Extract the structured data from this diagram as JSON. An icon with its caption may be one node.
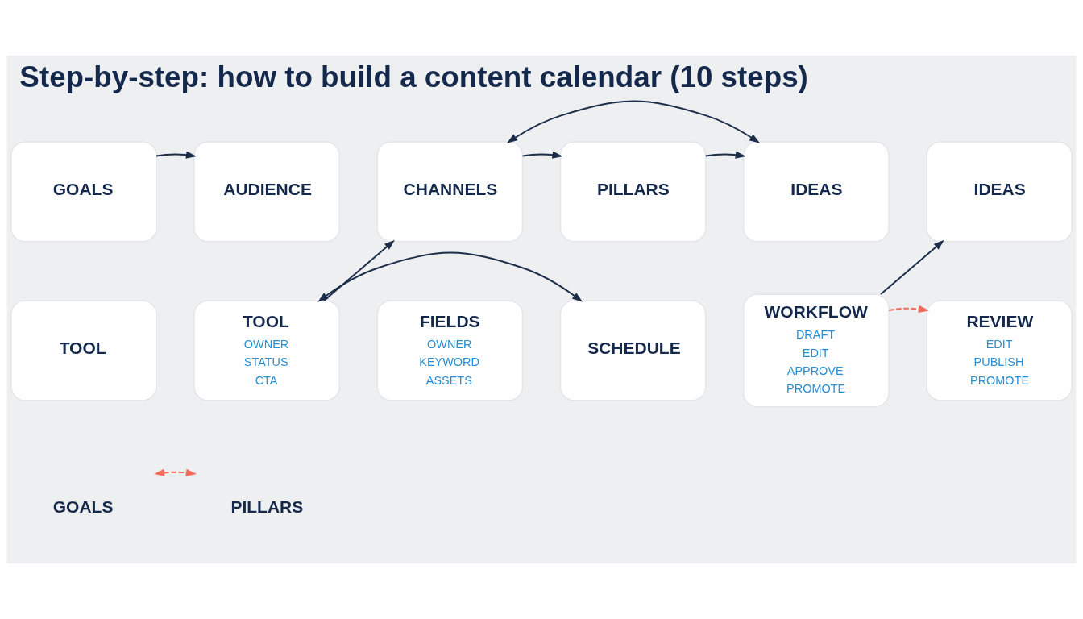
{
  "diagram": {
    "title": "Step-by-step: how to build a content calendar (10 steps)",
    "nodes": [
      {
        "text": [
          "GOALS"
        ]
      },
      {
        "text": [
          "AUDIENCE"
        ]
      },
      {
        "text": [
          "CHANNELS"
        ]
      },
      {
        "text": [
          "PILLARS"
        ]
      },
      {
        "text": [
          "IDEAS"
        ]
      },
      {
        "text": [
          "IDEAS"
        ]
      },
      {
        "text": [
          "TOOL"
        ]
      },
      {
        "text": [
          "TOOL",
          "OWNER",
          "STATUS",
          "CTA"
        ]
      },
      {
        "text": [
          "FIELDS",
          "OWNER",
          "KEYWORD",
          "ASSETS"
        ]
      },
      {
        "text": [
          "SCHEDULE"
        ]
      },
      {
        "text": [
          "WORKFLOW",
          "DRAFT",
          "EDIT",
          "APPROVE",
          "PROMOTE"
        ]
      },
      {
        "text": [
          "REVIEW",
          "EDIT",
          "PUBLISH",
          "PROMOTE"
        ]
      },
      {
        "text": [
          "GOALS"
        ]
      },
      {
        "text": [
          "PILLARS"
        ]
      }
    ],
    "edges": [
      {
        "from": 0,
        "to": 1,
        "arrow": "to"
      },
      {
        "from": 7,
        "to": 2,
        "arrow": "to"
      },
      {
        "from": 2,
        "to": 3,
        "arrow": "to"
      },
      {
        "from": 3,
        "to": 4,
        "arrow": "to"
      },
      {
        "from": 10,
        "to": 5,
        "arrow": "to"
      },
      {
        "from": 2,
        "to": 4,
        "arrow": "both"
      },
      {
        "from": 7,
        "to": 9,
        "arrow": "both"
      },
      {
        "from": 10,
        "to": 11,
        "arrow": "to",
        "style": "dashed",
        "color": "#f26b5b"
      },
      {
        "from": 12,
        "to": 13,
        "arrow": "both",
        "style": "dashed",
        "color": "#f26b5b"
      }
    ]
  }
}
